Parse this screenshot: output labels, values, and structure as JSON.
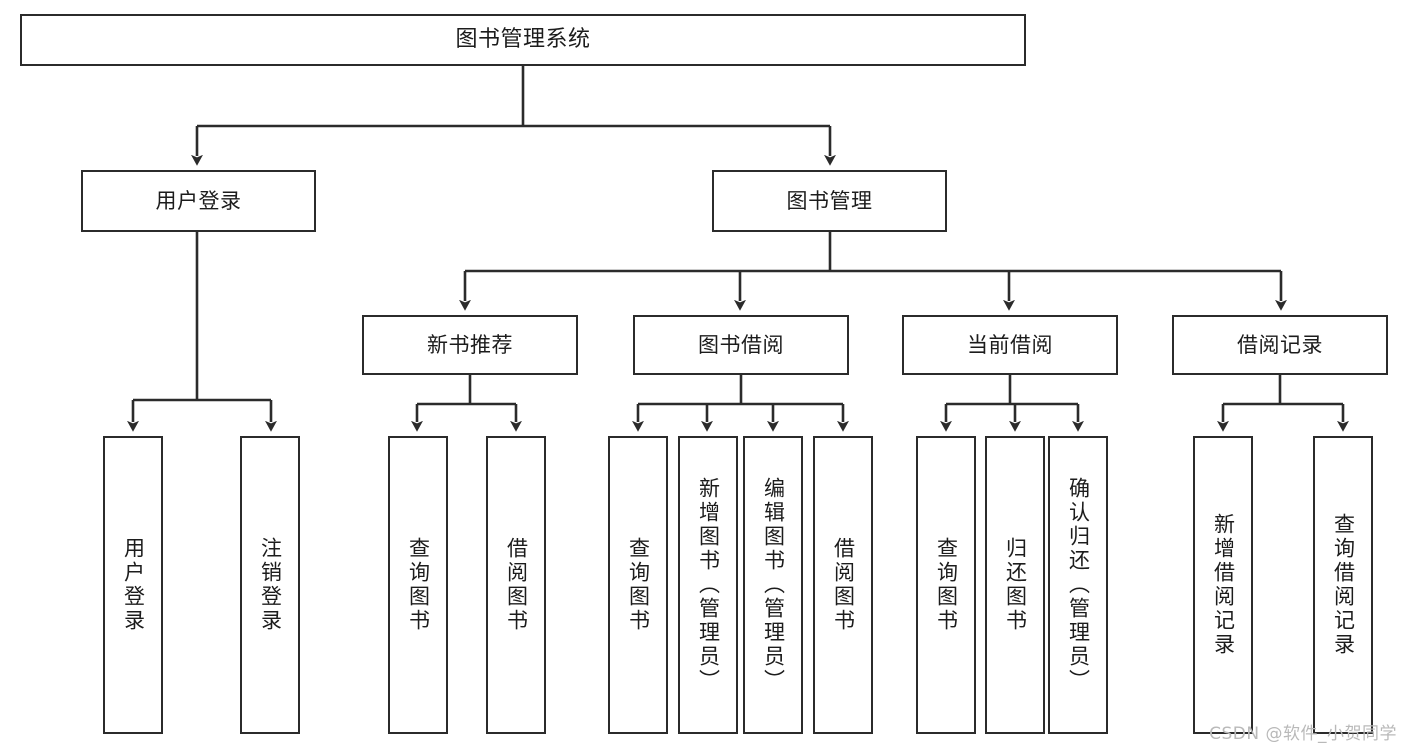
{
  "diagram": {
    "title": "图书管理系统",
    "type": "tree",
    "watermark": "CSDN @软件_小贺同学",
    "colors": {
      "box_border": "#2b2b2b",
      "box_fill": "#ffffff",
      "connector": "#2b2b2b",
      "watermark": "#b9b9b9",
      "background": "#ffffff"
    },
    "root": {
      "label": "图书管理系统"
    },
    "level2": [
      {
        "label": "用户登录"
      },
      {
        "label": "图书管理"
      }
    ],
    "level3": [
      {
        "label": "新书推荐"
      },
      {
        "label": "图书借阅"
      },
      {
        "label": "当前借阅"
      },
      {
        "label": "借阅记录"
      }
    ],
    "leaves": {
      "user_login": [
        {
          "label": "用户登录"
        },
        {
          "label": "注销登录"
        }
      ],
      "new_book_recommend": [
        {
          "label": "查询图书"
        },
        {
          "label": "借阅图书"
        }
      ],
      "book_borrow": [
        {
          "label": "查询图书"
        },
        {
          "label": "新增图书（管理员）"
        },
        {
          "label": "编辑图书（管理员）"
        },
        {
          "label": "借阅图书"
        }
      ],
      "current_borrow": [
        {
          "label": "查询图书"
        },
        {
          "label": "归还图书"
        },
        {
          "label": "确认归还（管理员）"
        }
      ],
      "borrow_record": [
        {
          "label": "新增借阅记录"
        },
        {
          "label": "查询借阅记录"
        }
      ]
    }
  }
}
